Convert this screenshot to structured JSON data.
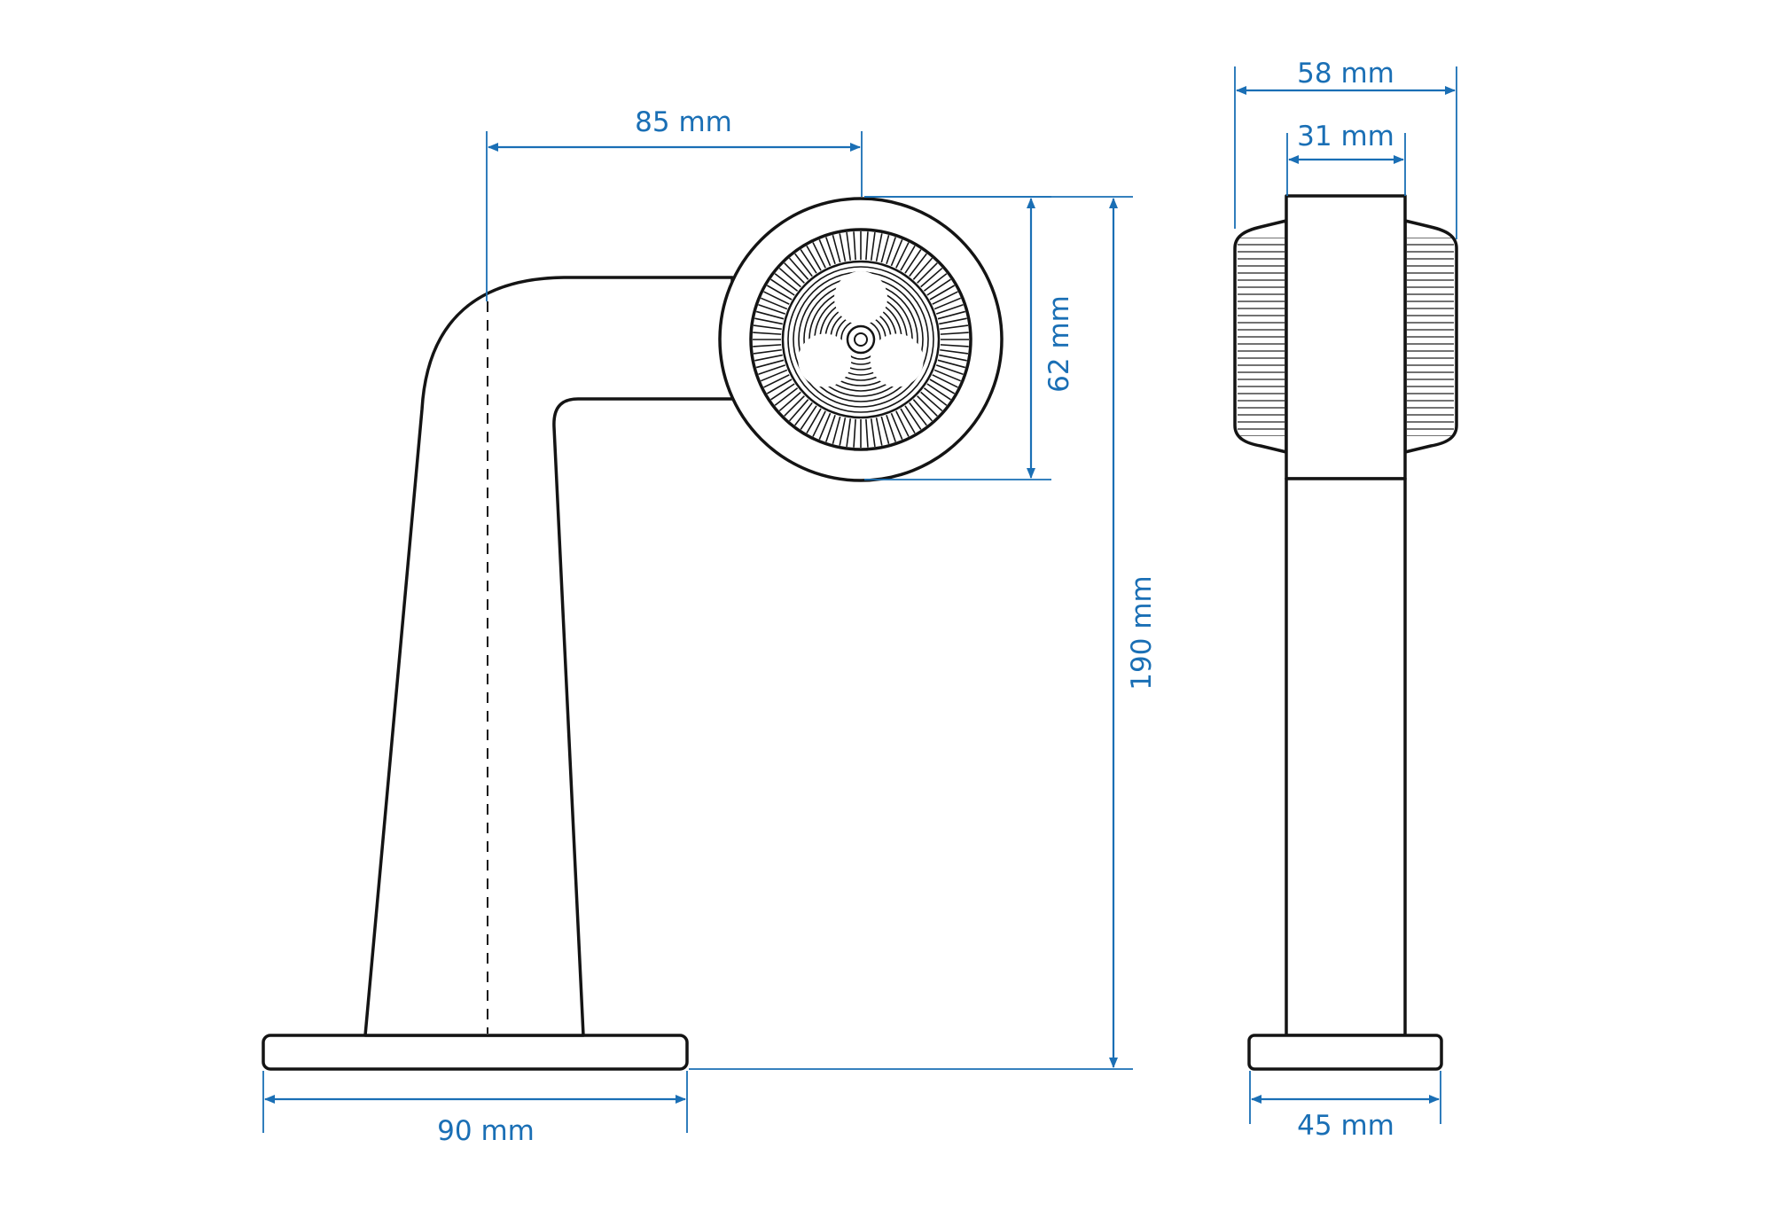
{
  "colors": {
    "dimension": "#1a6fb5",
    "outline": "#141414",
    "background": "#ffffff"
  },
  "front_view": {
    "dimensions": {
      "arm_reach": "85 mm",
      "lamp_diameter": "62 mm",
      "total_height": "190 mm",
      "base_width": "90 mm"
    }
  },
  "side_view": {
    "dimensions": {
      "lamp_width": "58 mm",
      "arm_width": "31 mm",
      "base_width": "45 mm"
    }
  }
}
